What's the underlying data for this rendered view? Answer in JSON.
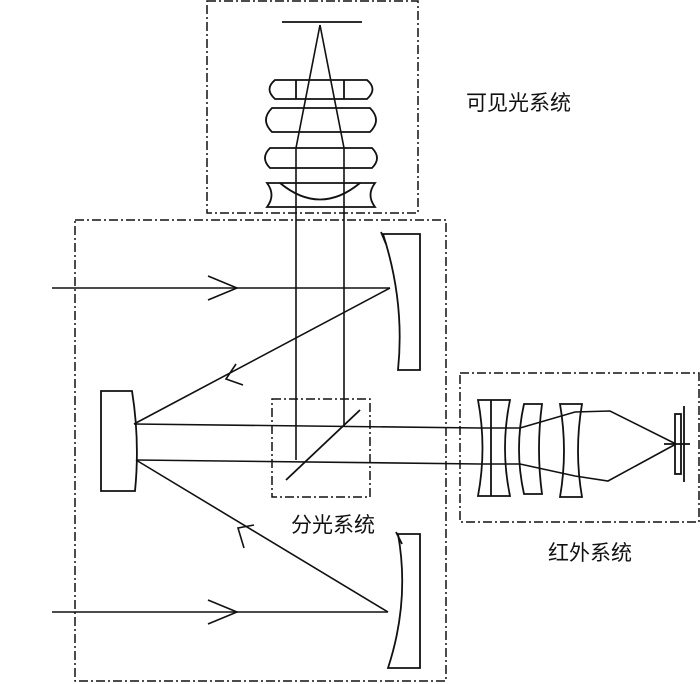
{
  "labels": {
    "visible_system": "可见光系统",
    "splitter_system": "分光系统",
    "infrared_system": "红外系统"
  },
  "colors": {
    "line": "#111111",
    "background": "#ffffff"
  }
}
